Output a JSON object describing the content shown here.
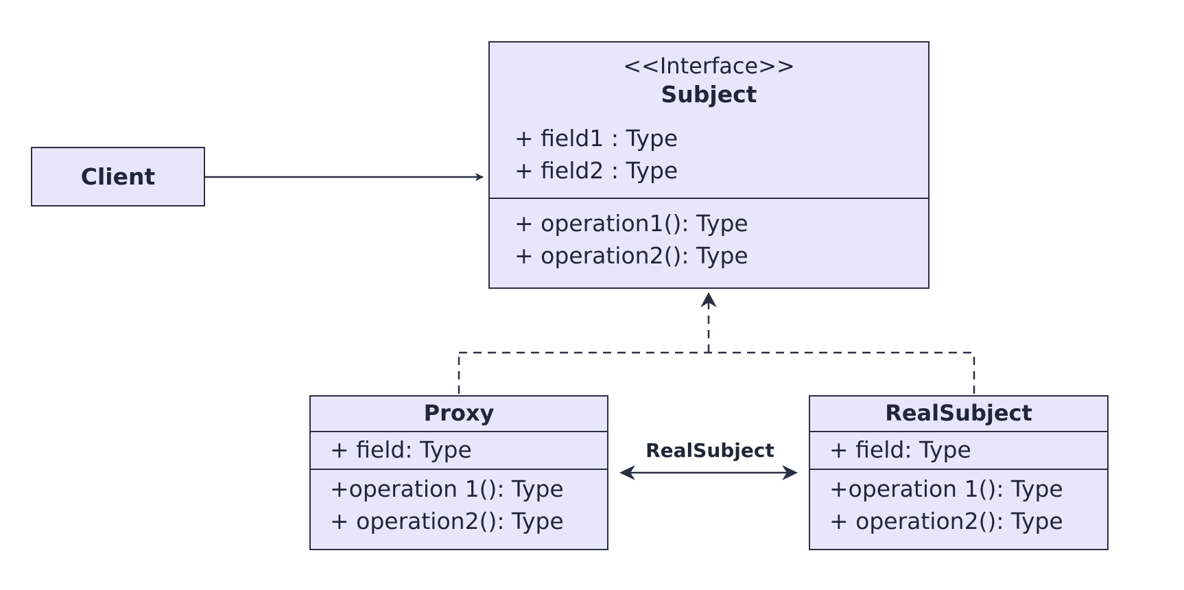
{
  "colors": {
    "box_fill": "#e9e6fb",
    "stroke": "#2b2f44",
    "background": "#ffffff"
  },
  "client": {
    "title": "Client"
  },
  "subject": {
    "stereotype": "<<Interface>>",
    "title": "Subject",
    "fields": [
      "+ field1 : Type",
      "+ field2 : Type"
    ],
    "operations": [
      "+ operation1(): Type",
      "+ operation2(): Type"
    ]
  },
  "proxy": {
    "title": "Proxy",
    "field": "+ field: Type",
    "operations": [
      "+operation 1(): Type",
      "+ operation2(): Type"
    ]
  },
  "real_subject": {
    "title": "RealSubject",
    "field": "+ field: Type",
    "operations": [
      "+operation 1(): Type",
      "+ operation2(): Type"
    ]
  },
  "association": {
    "label": "RealSubject"
  }
}
